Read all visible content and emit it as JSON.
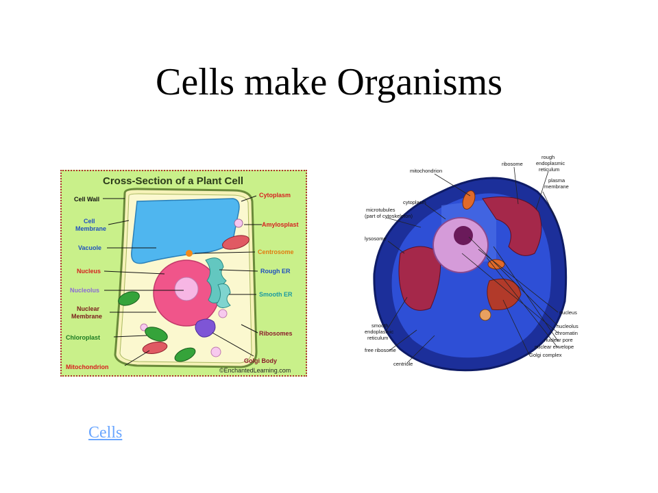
{
  "slide": {
    "title": "Cells make Organisms",
    "link_text": "Cells"
  },
  "plant_cell": {
    "title": "Cross-Section of a Plant Cell",
    "labels": {
      "cell_wall": "Cell Wall",
      "cell_membrane_1": "Cell",
      "cell_membrane_2": "Membrane",
      "vacuole": "Vacuole",
      "nucleus": "Nucleus",
      "nucleolus": "Nucleolus",
      "nuclear_membrane_1": "Nuclear",
      "nuclear_membrane_2": "Membrane",
      "chloroplast": "Chloroplast",
      "mitochondrion": "Mitochondrion",
      "cytoplasm": "Cytoplasm",
      "amylosplast": "Amylosplast",
      "centrosome": "Centrosome",
      "rough_er": "Rough ER",
      "smooth_er": "Smooth ER",
      "ribosomes": "Ribosomes",
      "golgi_body": "Golgi Body"
    },
    "credit": "©EnchantedLearning.com",
    "colors": {
      "background": "#c9f08a",
      "vacuole": "#4fb6ef",
      "nucleus": "#f0558a",
      "nucleolus": "#f7b6e4",
      "chloroplast": "#35a33a",
      "mitochondrion": "#e05a63",
      "label_black": "#111111",
      "label_red": "#d62020",
      "label_blue": "#1f4fbf",
      "label_purple": "#8a6bd6",
      "label_orange": "#e07b10",
      "label_teal": "#1b9aa0"
    }
  },
  "animal_cell": {
    "labels": {
      "ribosome": "ribosome",
      "rough_er_1": "rough",
      "rough_er_2": "endoplasmic",
      "rough_er_3": "reticulum",
      "plasma_membrane_1": "plasma",
      "plasma_membrane_2": "membrane",
      "mitochondrion": "mitochondrion",
      "cytoplasm": "cytoplasm",
      "microtubules_1": "microtubules",
      "microtubules_2": "(part of cytoskeleton)",
      "lysosome": "lysosome",
      "nucleus": "nucleus",
      "nucleolus": "nucleolus",
      "chromatin": "chromatin",
      "nuclear_pore": "nuclear pore",
      "nuclear_envelope": "nuclear envelope",
      "golgi_complex": "Golgi complex",
      "smooth_er_1": "smooth",
      "smooth_er_2": "endoplasmic",
      "smooth_er_3": "reticulum",
      "free_ribosome": "free ribosome",
      "centriole": "centriole"
    },
    "colors": {
      "membrane": "#1c2f9a",
      "inner": "#2e4fd6",
      "er": "#a5284a",
      "nucleus": "#d59bd9"
    }
  }
}
